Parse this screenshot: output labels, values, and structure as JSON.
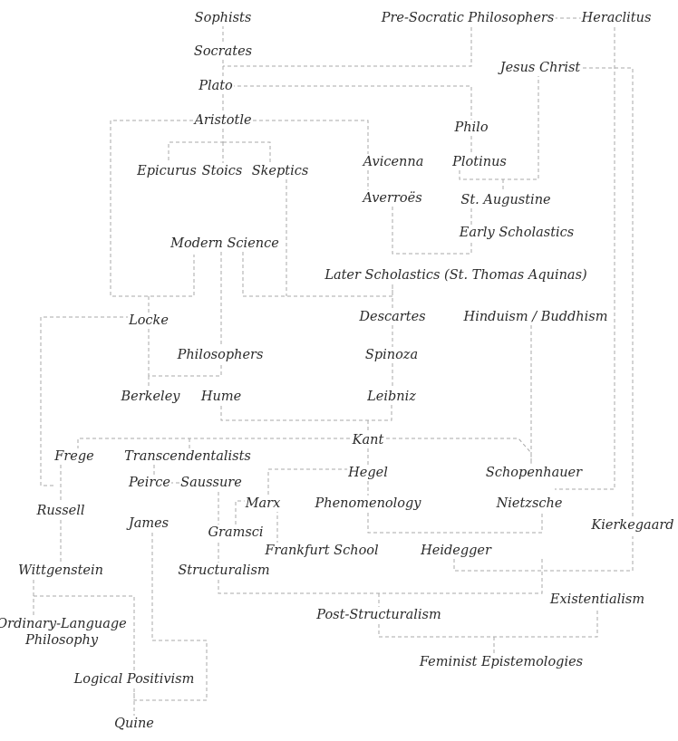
{
  "nodes": {
    "sophists": "Sophists",
    "socrates": "Socrates",
    "plato": "Plato",
    "aristotle": "Aristotle",
    "presocratic": "Pre-Socratic Philosophers",
    "heraclitus": "Heraclitus",
    "jesus": "Jesus Christ",
    "philo": "Philo",
    "plotinus": "Plotinus",
    "epicurus": "Epicurus",
    "stoics": "Stoics",
    "skeptics": "Skeptics",
    "avicenna": "Avicenna",
    "averroes": "Averroës",
    "augustine": "St. Augustine",
    "early_scholastics": "Early Scholastics",
    "modern_science": "Modern Science",
    "later_scholastics": "Later Scholastics (St. Thomas Aquinas)",
    "locke": "Locke",
    "descartes": "Descartes",
    "hinduism": "Hinduism / Buddhism",
    "philosophers": "Philosophers",
    "spinoza": "Spinoza",
    "berkeley": "Berkeley",
    "hume": "Hume",
    "leibniz": "Leibniz",
    "kant": "Kant",
    "frege": "Frege",
    "transcendentalists": "Transcendentalists",
    "peirce": "Peirce",
    "saussure": "Saussure",
    "hegel": "Hegel",
    "schopenhauer": "Schopenhauer",
    "marx": "Marx",
    "phenomenology": "Phenomenology",
    "nietzsche": "Nietzsche",
    "russell": "Russell",
    "james": "James",
    "gramsci": "Gramsci",
    "kierkegaard": "Kierkegaard",
    "frankfurt": "Frankfurt School",
    "heidegger": "Heidegger",
    "wittgenstein": "Wittgenstein",
    "structuralism": "Structuralism",
    "existentialism": "Existentialism",
    "post_structuralism": "Post-Structuralism",
    "ordinary_language": "Ordinary-Language Philosophy",
    "feminist": "Feminist Epistemologies",
    "logical_positivism": "Logical Positivism",
    "quine": "Quine"
  },
  "style": {
    "line_color": "#a8a8a8",
    "text_color": "#2a2a2a"
  }
}
